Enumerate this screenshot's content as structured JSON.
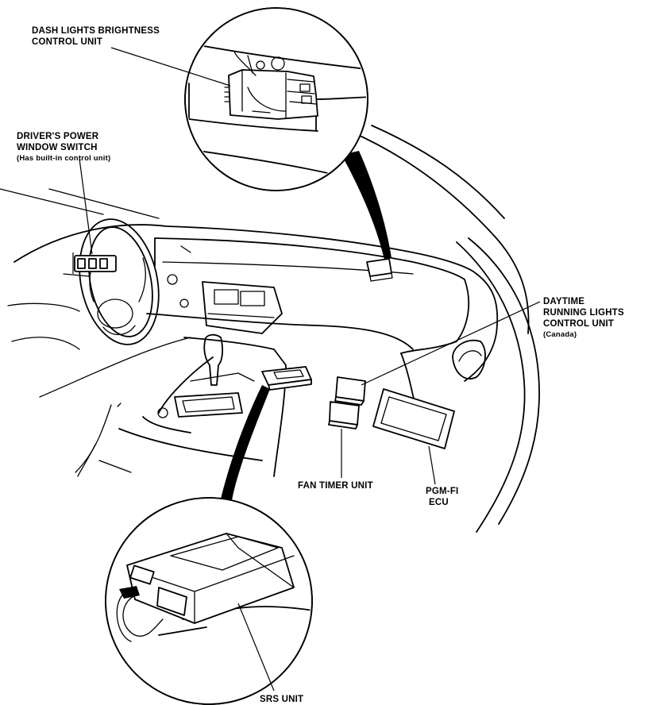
{
  "labels": {
    "dash_lights": [
      "DASH LIGHTS BRIGHTNESS",
      "CONTROL UNIT"
    ],
    "drivers_power_window": [
      "DRIVER'S POWER",
      "WINDOW SWITCH",
      "(Has built-in control unit)"
    ],
    "daytime_running_lights": [
      "DAYTIME",
      "RUNNING LIGHTS",
      "CONTROL UNIT",
      "(Canada)"
    ],
    "fan_timer": "FAN TIMER UNIT",
    "pgm_fi_ecu": [
      "PGM-FI",
      "ECU"
    ],
    "srs_unit": "SRS UNIT"
  }
}
